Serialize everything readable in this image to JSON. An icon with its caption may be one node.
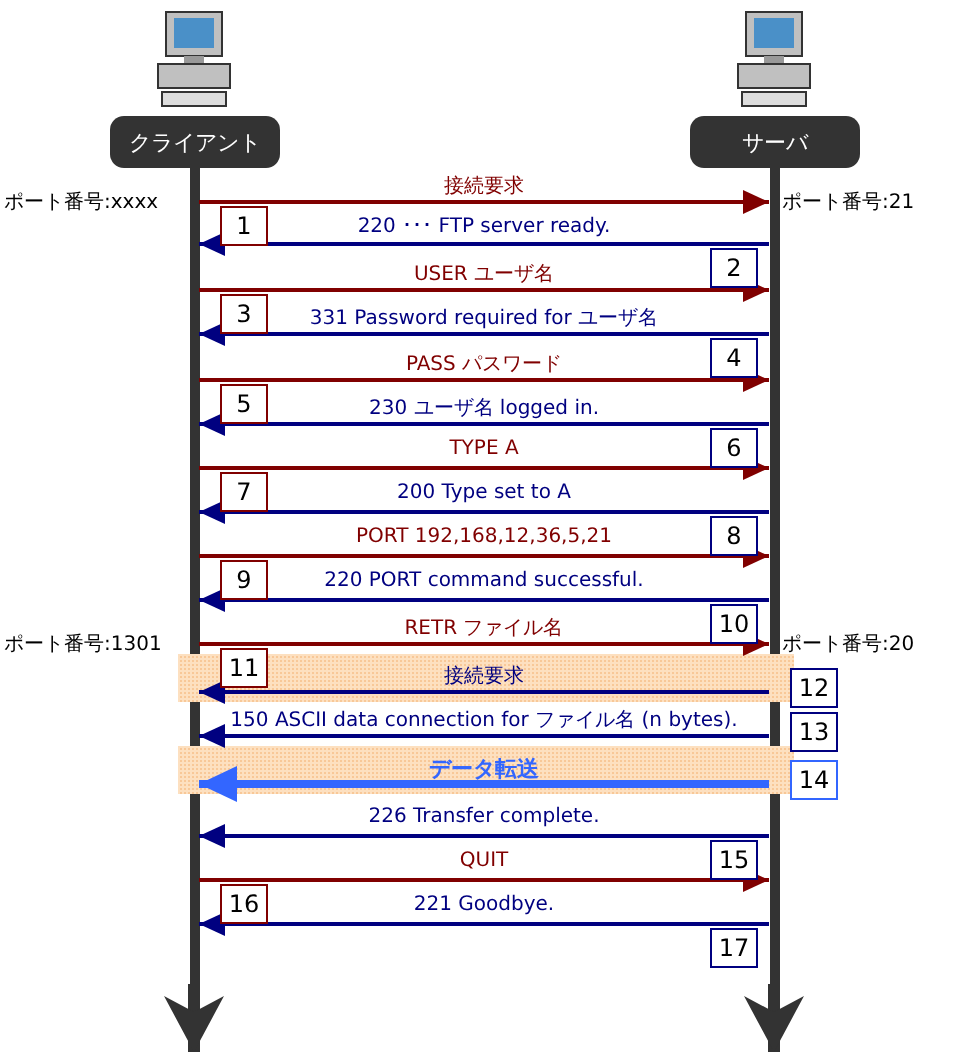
{
  "diagram": {
    "nodes": [
      {
        "text": [
          "クライアント"
        ]
      },
      {
        "text": [
          "サーバ"
        ]
      },
      {
        "text": [
          "1"
        ]
      },
      {
        "text": [
          "2"
        ]
      },
      {
        "text": [
          "3"
        ]
      },
      {
        "text": [
          "4"
        ]
      },
      {
        "text": [
          "5"
        ]
      },
      {
        "text": [
          "6"
        ]
      },
      {
        "text": [
          "7"
        ]
      },
      {
        "text": [
          "8"
        ]
      },
      {
        "text": [
          "9"
        ]
      },
      {
        "text": [
          "10"
        ]
      },
      {
        "text": [
          "11"
        ]
      },
      {
        "text": [
          "12"
        ]
      },
      {
        "text": [
          "13"
        ]
      },
      {
        "text": [
          "14"
        ]
      },
      {
        "text": [
          "15"
        ]
      },
      {
        "text": [
          "16"
        ]
      },
      {
        "text": [
          "17"
        ]
      },
      {
        "text": [],
        "shape": "bar"
      },
      {
        "text": [],
        "shape": "bar"
      }
    ],
    "edges": [
      {
        "from": 19,
        "to": 20,
        "arrow": "to",
        "label": "接続要求",
        "color": "#800000"
      },
      {
        "from": 20,
        "to": 19,
        "arrow": "to",
        "label": "220 ･･･ FTP server ready."
      },
      {
        "from": 19,
        "to": 20,
        "arrow": "to",
        "label": "USER ユーザ名",
        "color": "#800000"
      },
      {
        "from": 20,
        "to": 19,
        "arrow": "to",
        "label": "331 Password required for ユーザ名"
      },
      {
        "from": 19,
        "to": 20,
        "arrow": "to",
        "label": "PASS パスワード",
        "color": "#800000"
      },
      {
        "from": 20,
        "to": 19,
        "arrow": "to",
        "label": "230 ユーザ名 logged in."
      },
      {
        "from": 19,
        "to": 20,
        "arrow": "to",
        "label": "TYPE A",
        "color": "#800000"
      },
      {
        "from": 20,
        "to": 19,
        "arrow": "to",
        "label": "200 Type set to A"
      },
      {
        "from": 19,
        "to": 20,
        "arrow": "to",
        "label": "PORT 192,168,12,36,5,21",
        "color": "#800000"
      },
      {
        "from": 20,
        "to": 19,
        "arrow": "to",
        "label": "220 PORT command successful."
      },
      {
        "from": 19,
        "to": 20,
        "arrow": "to",
        "label": "RETR ファイル名",
        "color": "#800000"
      },
      {
        "from": 20,
        "to": 19,
        "arrow": "to",
        "label": "接続要求"
      },
      {
        "from": 20,
        "to": 19,
        "arrow": "to",
        "label": "150 ASCII data connection for ファイル名 (n bytes)."
      },
      {
        "from": 20,
        "to": 19,
        "arrow": "to",
        "label": "データ転送",
        "style": "thick",
        "color": "#3366ff"
      },
      {
        "from": 20,
        "to": 19,
        "arrow": "to",
        "label": "226 Transfer complete."
      },
      {
        "from": 19,
        "to": 20,
        "arrow": "to",
        "label": "QUIT",
        "color": "#800000"
      },
      {
        "from": 20,
        "to": 19,
        "arrow": "to",
        "label": "221 Goodbye."
      },
      {
        "from": 19,
        "to": null,
        "arrow": "to",
        "color": "#333333",
        "style": "thick"
      },
      {
        "from": 20,
        "to": null,
        "arrow": "to",
        "color": "#333333",
        "style": "thick"
      }
    ],
    "labels": [
      "ポート番号:xxxx",
      "ポート番号:21",
      "ポート番号:1301",
      "ポート番号:20"
    ]
  }
}
